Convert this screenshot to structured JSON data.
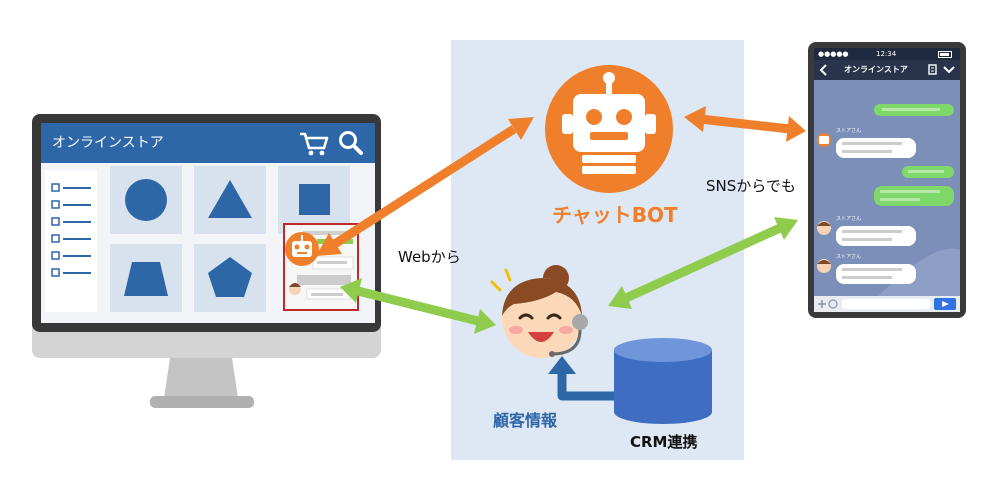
{
  "desktop": {
    "store_title": "オンラインストア",
    "cart_icon": "cart-icon",
    "search_icon": "search-icon"
  },
  "phone": {
    "carrier": "●●●●●",
    "time": "12:34",
    "title": "オンラインストア",
    "store_sender": "ストアさん",
    "plus_icon": "plus-icon",
    "send_icon": "send-icon"
  },
  "center": {
    "chatbot_label": "チャットBOT",
    "customer_info_label": "顧客情報",
    "crm_label": "CRM連携"
  },
  "labels": {
    "web_label": "Webから",
    "sns_label": "SNSからでも"
  },
  "colors": {
    "orange": "#f07f2c",
    "green": "#8fcc4e",
    "blue": "#2e67a8",
    "panel": "#dee8f4",
    "line_bg": "#7c8fb8"
  }
}
